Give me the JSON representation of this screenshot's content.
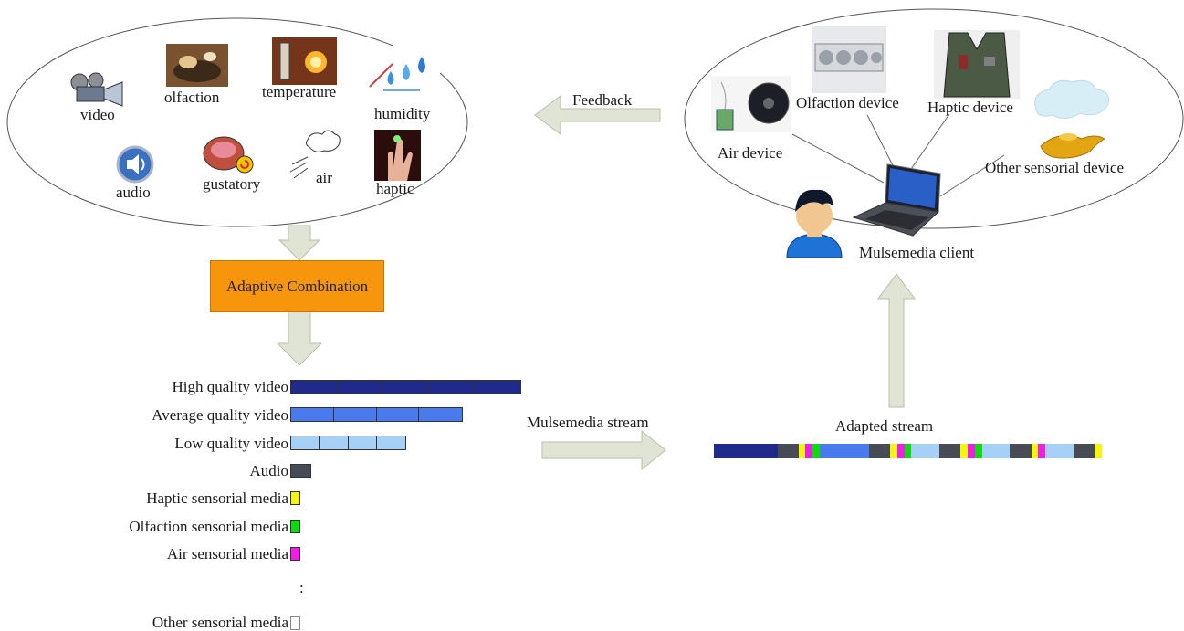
{
  "sensory_cloud": {
    "items": [
      {
        "label": "video",
        "icon": "video-camera-icon"
      },
      {
        "label": "olfaction",
        "icon": "cooking-smell-icon"
      },
      {
        "label": "temperature",
        "icon": "thermometer-sun-icon"
      },
      {
        "label": "humidity",
        "icon": "water-drops-icon"
      },
      {
        "label": "audio",
        "icon": "speaker-icon"
      },
      {
        "label": "gustatory",
        "icon": "tongue-candy-icon"
      },
      {
        "label": "air",
        "icon": "blowing-wind-icon"
      },
      {
        "label": "haptic",
        "icon": "hand-touch-icon"
      }
    ]
  },
  "combination_box": {
    "label": "Adaptive Combination"
  },
  "feedback": {
    "label": "Feedback"
  },
  "client_cloud": {
    "devices": [
      {
        "label": "Air device",
        "icon": "fan-icon"
      },
      {
        "label": "Olfaction device",
        "icon": "scent-diffuser-icon"
      },
      {
        "label": "Haptic device",
        "icon": "haptic-vest-icon"
      },
      {
        "label": "Other sensorial device",
        "icon": "magic-lamp-icon"
      }
    ],
    "client_label": "Mulsemedia client",
    "user_icon": "user-avatar-icon",
    "laptop_icon": "laptop-icon"
  },
  "media_legend": [
    {
      "label": "High quality video",
      "color": "#1f2a8a",
      "segments": 5
    },
    {
      "label": "Average quality video",
      "color": "#4a7bee",
      "segments": 4
    },
    {
      "label": "Low quality video",
      "color": "#a6d0f5",
      "segments": 4
    },
    {
      "label": "Audio",
      "color": "#464b55",
      "segments": 1
    },
    {
      "label": "Haptic sensorial media",
      "color": "#f5f510",
      "segments": 1
    },
    {
      "label": "Olfaction sensorial media",
      "color": "#12d812",
      "segments": 1
    },
    {
      "label": "Air sensorial media",
      "color": "#f01ce8",
      "segments": 1
    },
    {
      "label": ":",
      "color": "",
      "segments": 0
    },
    {
      "label": "Other sensorial media",
      "color": "#ffffff",
      "segments": 1
    }
  ],
  "stream": {
    "label": "Mulsemedia stream"
  },
  "adapted": {
    "label": "Adapted stream",
    "sequence": [
      {
        "color": "#1f2a8a",
        "w": 9
      },
      {
        "color": "#464b55",
        "w": 3
      },
      {
        "color": "#f5f510",
        "w": 1
      },
      {
        "color": "#f01ce8",
        "w": 1
      },
      {
        "color": "#12d812",
        "w": 1
      },
      {
        "color": "#4a7bee",
        "w": 7
      },
      {
        "color": "#464b55",
        "w": 3
      },
      {
        "color": "#f5f510",
        "w": 1
      },
      {
        "color": "#f01ce8",
        "w": 1
      },
      {
        "color": "#12d812",
        "w": 1
      },
      {
        "color": "#a6d0f5",
        "w": 4
      },
      {
        "color": "#464b55",
        "w": 3
      },
      {
        "color": "#f5f510",
        "w": 1
      },
      {
        "color": "#f01ce8",
        "w": 1
      },
      {
        "color": "#12d812",
        "w": 1
      },
      {
        "color": "#a6d0f5",
        "w": 4
      },
      {
        "color": "#464b55",
        "w": 3
      },
      {
        "color": "#f5f510",
        "w": 1
      },
      {
        "color": "#f01ce8",
        "w": 1
      },
      {
        "color": "#a6d0f5",
        "w": 4
      },
      {
        "color": "#464b55",
        "w": 3
      },
      {
        "color": "#f5f510",
        "w": 1
      }
    ]
  }
}
